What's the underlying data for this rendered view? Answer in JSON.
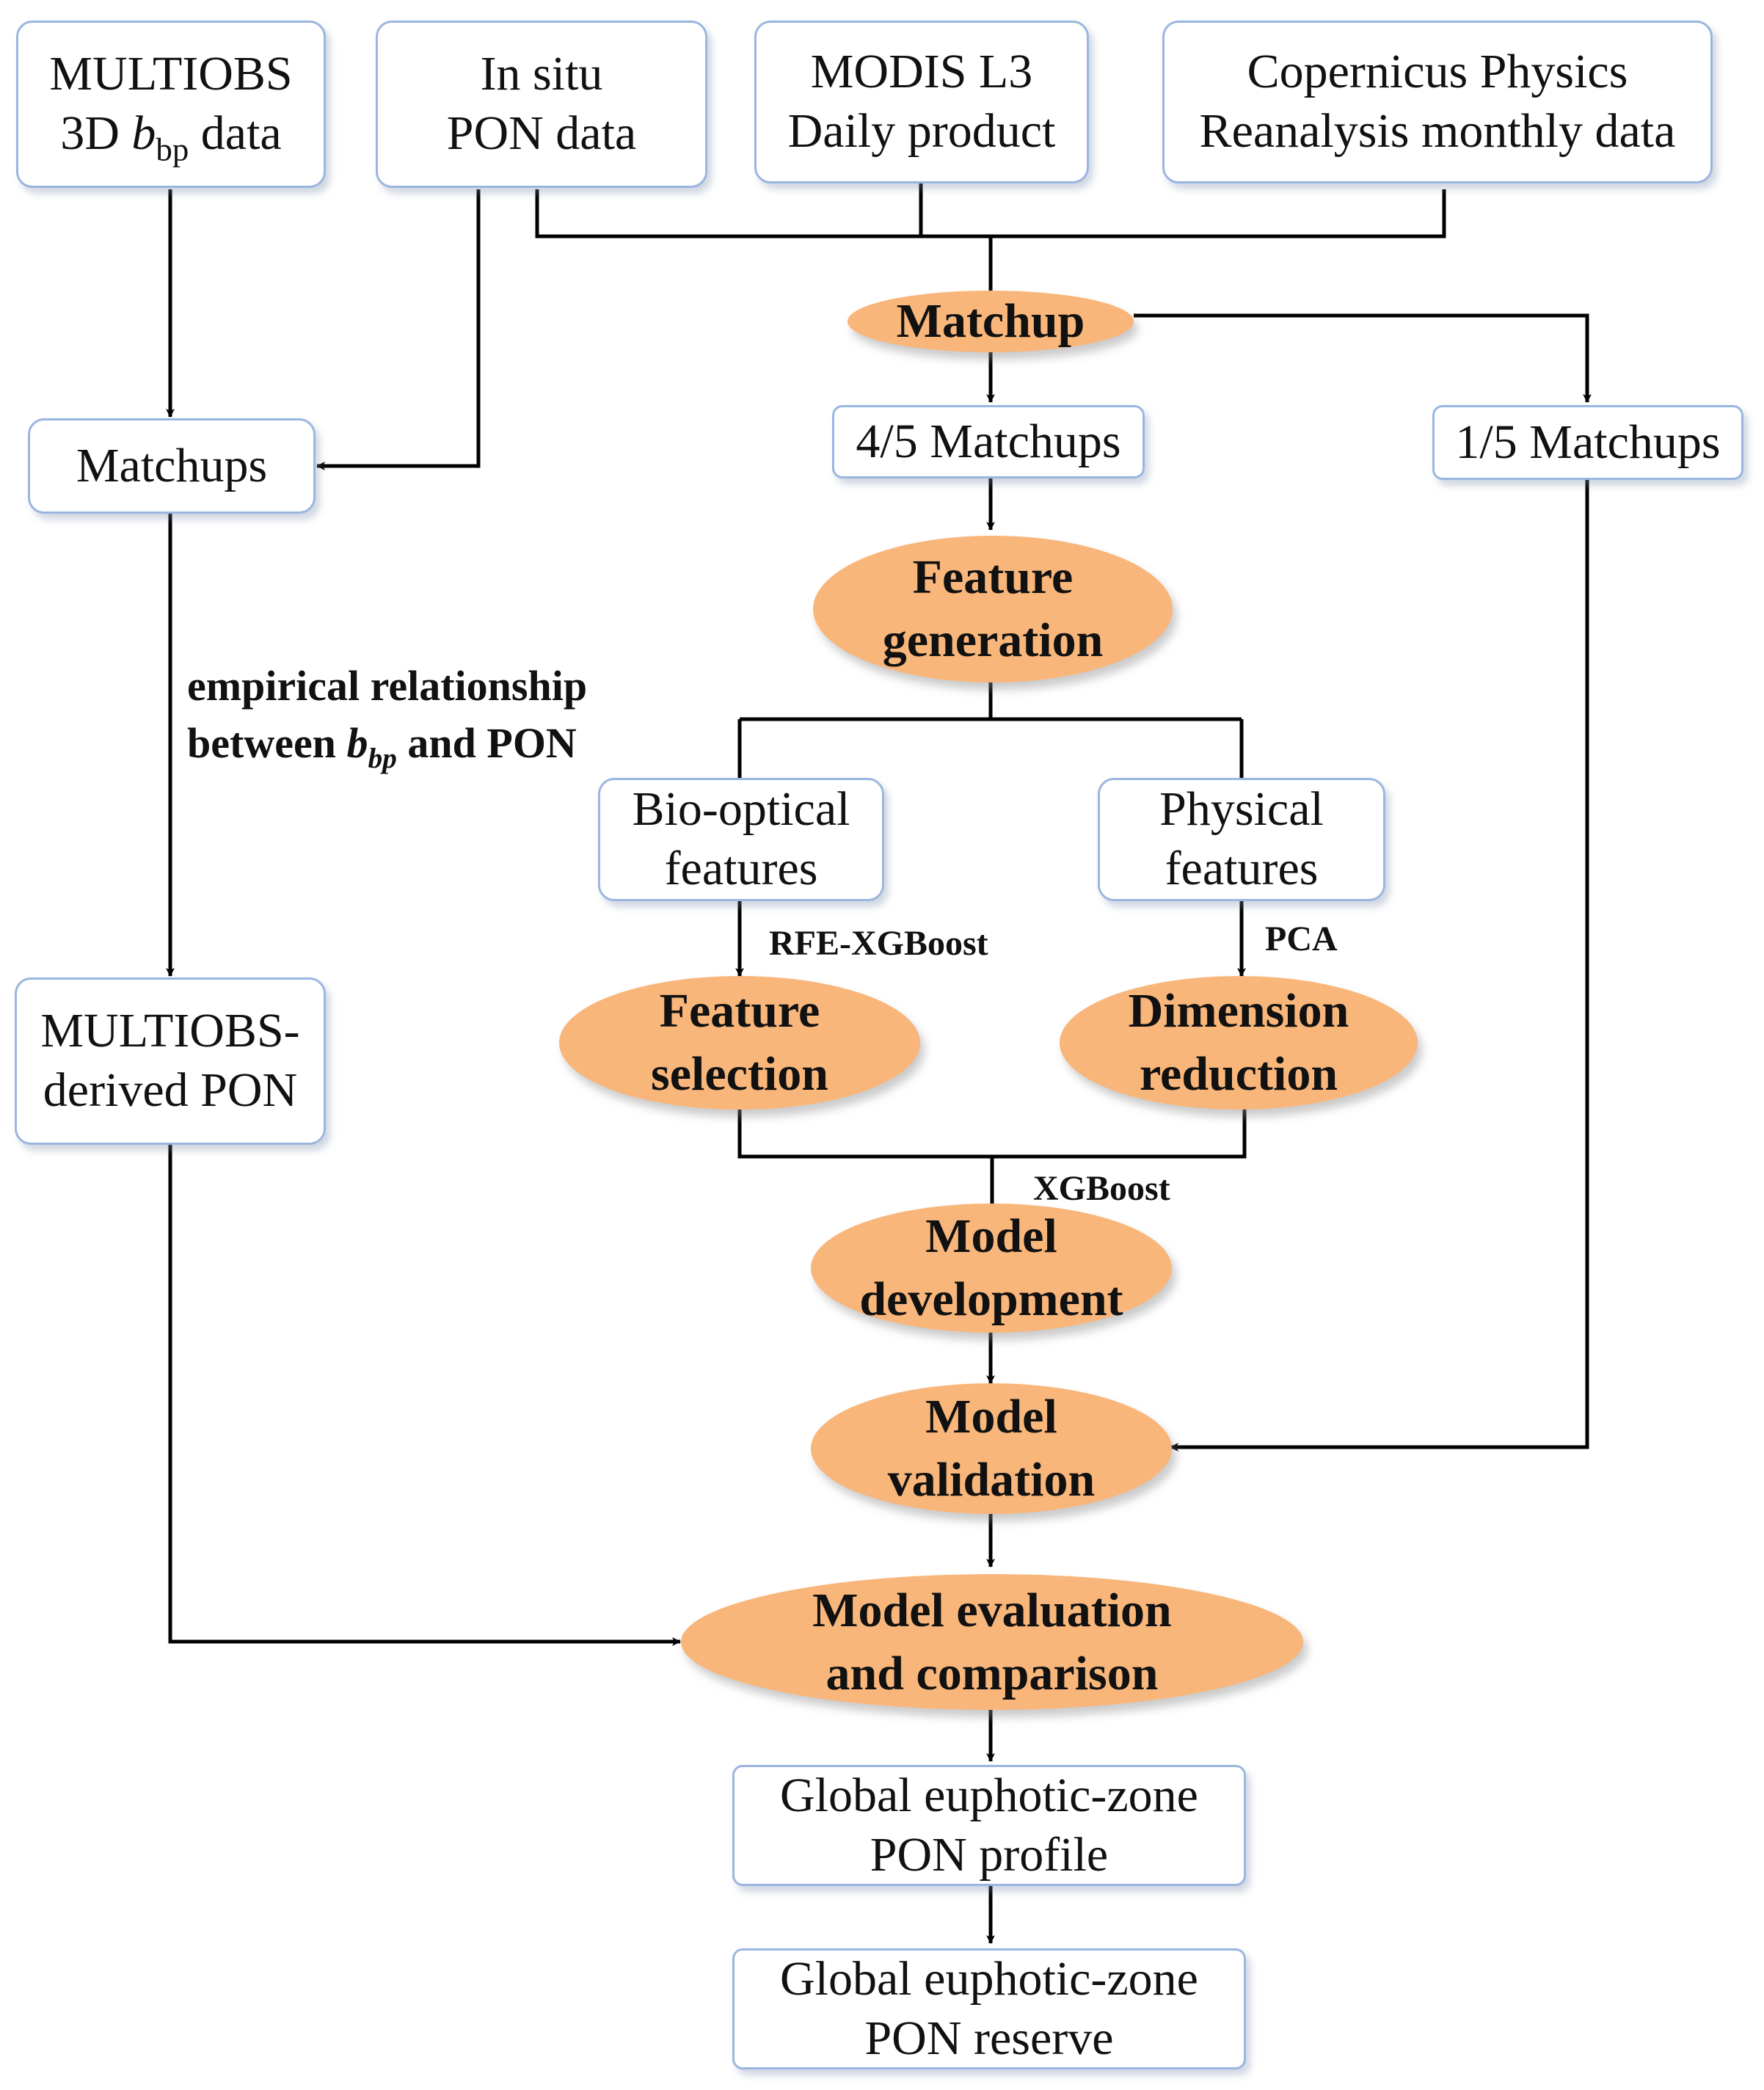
{
  "sources": {
    "multiobs": {
      "line1": "MULTIOBS",
      "line2_pre": "3D ",
      "var": "b",
      "sub": "bp",
      "line2_post": " data"
    },
    "insitu": {
      "line1": "In situ",
      "line2": "PON data"
    },
    "modis": {
      "line1": "MODIS L3",
      "line2": "Daily product"
    },
    "copernicus": {
      "line1": "Copernicus Physics",
      "line2": "Reanalysis monthly data"
    }
  },
  "nodes": {
    "matchup": "Matchup",
    "matchups_left": "Matchups",
    "matchups_train": "4/5 Matchups",
    "matchups_test": "1/5 Matchups",
    "feature_generation": {
      "line1": "Feature",
      "line2": "generation"
    },
    "biooptical": {
      "line1": "Bio-optical",
      "line2": "features"
    },
    "physical": {
      "line1": "Physical",
      "line2": "features"
    },
    "feature_selection": {
      "line1": "Feature",
      "line2": "selection"
    },
    "dimension_reduction": {
      "line1": "Dimension",
      "line2": "reduction"
    },
    "model_development": {
      "line1": "Model",
      "line2": "development"
    },
    "model_validation": {
      "line1": "Model",
      "line2": "validation"
    },
    "model_evaluation": {
      "line1": "Model evaluation",
      "line2": "and comparison"
    },
    "multiobs_pon": {
      "line1": "MULTIOBS-",
      "line2": "derived PON"
    },
    "pon_profile": {
      "line1": "Global euphotic-zone",
      "line2": "PON profile"
    },
    "pon_reserve": {
      "line1": "Global euphotic-zone",
      "line2": "PON reserve"
    }
  },
  "edge_labels": {
    "rfe": "RFE-XGBoost",
    "pca": "PCA",
    "xgboost": "XGBoost",
    "empirical": {
      "line1": "empirical relationship",
      "line2_pre": "between ",
      "var": "b",
      "sub": "bp",
      "line2_post": " and PON"
    }
  }
}
